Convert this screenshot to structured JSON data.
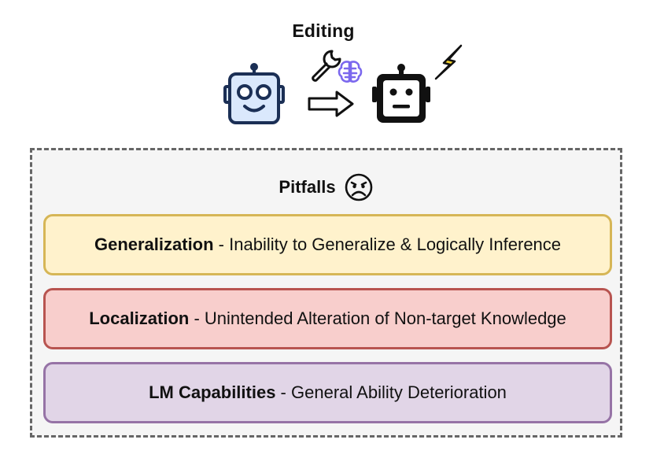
{
  "header": {
    "title": "Editing",
    "icons": [
      "wrench-icon",
      "brain-icon",
      "arrow-right-icon",
      "robot-happy-icon",
      "robot-neutral-icon",
      "lightning-icon"
    ]
  },
  "pitfalls": {
    "title": "Pitfalls",
    "title_icon": "sad-face-icon",
    "items": [
      {
        "term": "Generalization",
        "separator": " - ",
        "description": "Inability to Generalize & Logically Inference",
        "fill": "#fff2cc",
        "stroke": "#d6b656"
      },
      {
        "term": "Localization",
        "separator": " - ",
        "description": "Unintended Alteration of Non-target Knowledge",
        "fill": "#f8cecc",
        "stroke": "#b85450"
      },
      {
        "term": "LM Capabilities",
        "separator": " - ",
        "description": "General Ability Deterioration",
        "fill": "#e1d5e7",
        "stroke": "#9673a6"
      }
    ]
  },
  "colors": {
    "robot_happy_fill": "#dae8fc",
    "robot_happy_stroke": "#1b2f55",
    "brain": "#7b68ee",
    "lightning": "#f2d12c",
    "panel_border": "#666666",
    "panel_fill": "#f5f5f5"
  }
}
